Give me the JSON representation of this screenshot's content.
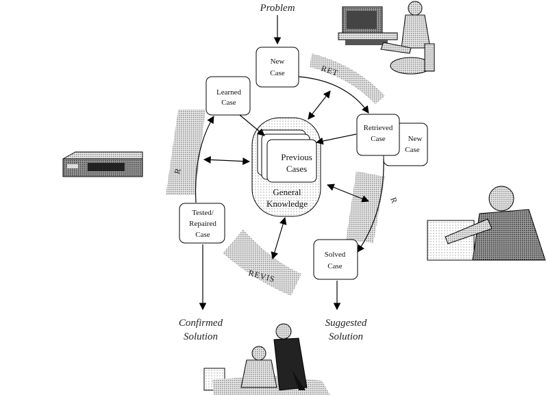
{
  "labels": {
    "problem": "Problem",
    "confirmed_1": "Confirmed",
    "confirmed_2": "Solution",
    "suggested_1": "Suggested",
    "suggested_2": "Solution"
  },
  "nodes": {
    "new_case": [
      "New",
      "Case"
    ],
    "learned_case": [
      "Learned",
      "Case"
    ],
    "retrieved_case": [
      "Retrieved",
      "Case"
    ],
    "new_case_small": [
      "New",
      "Case"
    ],
    "previous_cases": [
      "Previous",
      "Cases"
    ],
    "general_knowledge": [
      "General",
      "Knowledge"
    ],
    "tested_case": [
      "Tested/",
      "Repaired",
      "Case"
    ],
    "solved_case": [
      "Solved",
      "Case"
    ]
  },
  "bands": {
    "retrieve": "RET",
    "retain": "R",
    "reuse": "R",
    "revise": "REVIS"
  },
  "colors": {
    "ink": "#000000",
    "band": "#bdbdbd",
    "paper": "#ffffff"
  }
}
